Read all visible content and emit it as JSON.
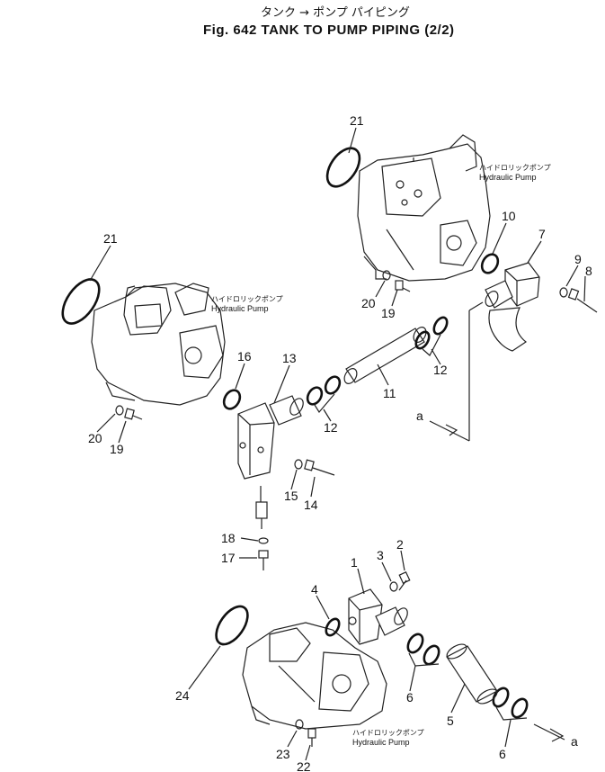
{
  "title_jp": "タンク → ポンプ パイピング",
  "title": "Fig. 642 TANK TO PUMP PIPING (2/2)",
  "pump_label_jp": "ハイドロリックポンプ",
  "pump_label_en": "Hydraulic Pump",
  "reference_letter": "a",
  "callouts": [
    "21",
    "10",
    "7",
    "9",
    "8",
    "20",
    "19",
    "21",
    "16",
    "13",
    "11",
    "12",
    "12",
    "20",
    "19",
    "15",
    "14",
    "18",
    "17",
    "1",
    "2",
    "3",
    "4",
    "24",
    "6",
    "5",
    "6",
    "23",
    "22"
  ]
}
